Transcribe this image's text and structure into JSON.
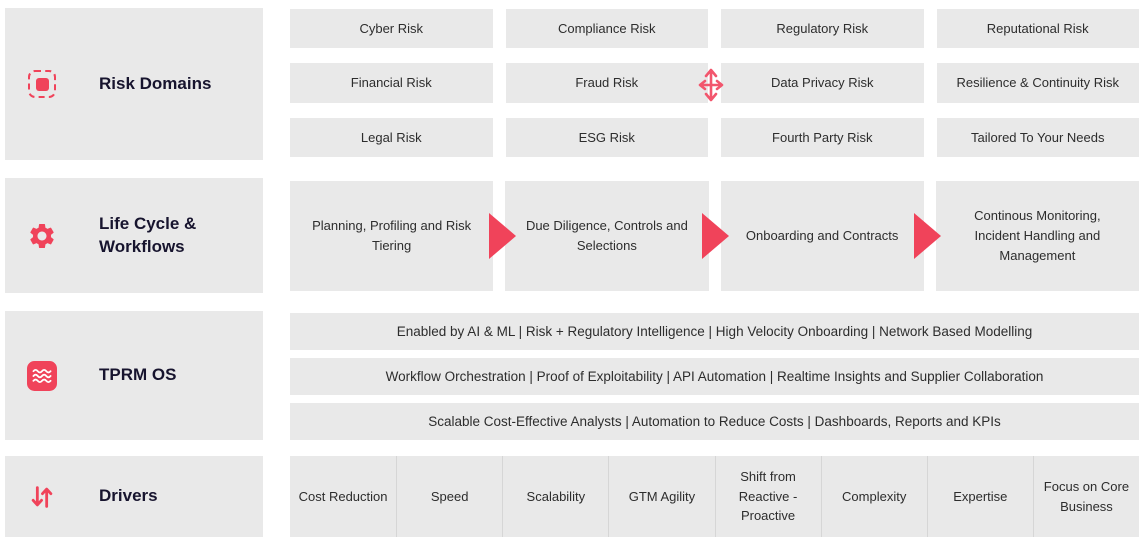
{
  "colors": {
    "accent": "#f0435a",
    "accent_soft": "#f2566d",
    "box_gray": "#e9e9e9",
    "divider": "#d6d6d6",
    "heading": "#17142e",
    "text": "#2d2d2d"
  },
  "sections": {
    "risk_domains": {
      "title": "Risk Domains",
      "icon": "dashed-square-icon",
      "items": [
        "Cyber Risk",
        "Compliance Risk",
        "Regulatory Risk",
        "Reputational Risk",
        "Financial Risk",
        "Fraud Risk",
        "Data Privacy Risk",
        "Resilience & Continuity Risk",
        "Legal Risk",
        "ESG Risk",
        "Fourth Party Risk",
        "Tailored To Your Needs"
      ]
    },
    "lifecycle": {
      "title": "Life Cycle & Workflows",
      "icon": "gear-icon",
      "stages": [
        "Planning, Profiling and Risk Tiering",
        "Due Diligence, Controls and Selections",
        "Onboarding and Contracts",
        "Continous Monitoring, Incident Handling and Management"
      ]
    },
    "tprm_os": {
      "title": "TPRM OS",
      "icon": "waves-icon",
      "bars": [
        "Enabled by AI & ML | Risk + Regulatory Intelligence | High Velocity Onboarding | Network Based Modelling",
        "Workflow Orchestration | Proof of Exploitability | API Automation | Realtime Insights and Supplier Collaboration",
        "Scalable Cost-Effective Analysts | Automation to Reduce Costs | Dashboards, Reports and KPIs"
      ]
    },
    "drivers": {
      "title": "Drivers",
      "icon": "up-down-arrows-icon",
      "items": [
        "Cost Reduction",
        "Speed",
        "Scalability",
        "GTM Agility",
        "Shift from Reactive - Proactive",
        "Complexity",
        "Expertise",
        "Focus on Core Business"
      ]
    }
  }
}
